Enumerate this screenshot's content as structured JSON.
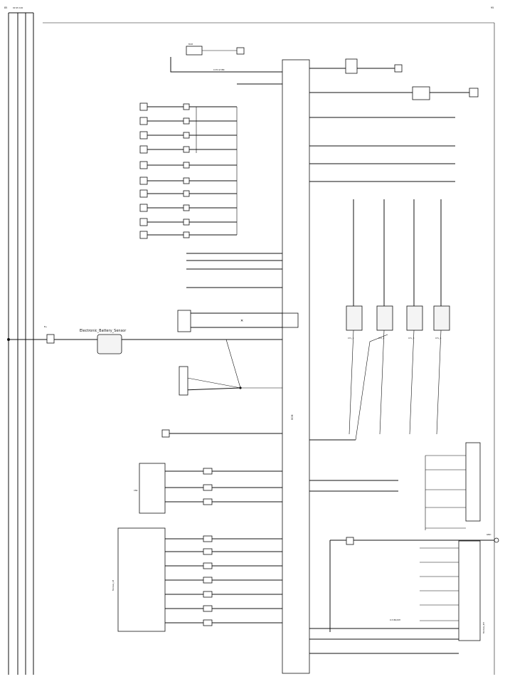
{
  "diagram": {
    "type": "wiring-schematic",
    "page_ref_left": "85",
    "page_ref_left_sub": "90 95 100",
    "page_ref_right": "95",
    "ecu_label": "ECM",
    "battery_sensor_label": "Electronic_Battery_Sensor",
    "cylinder_group_labels": [
      "CYL_1",
      "CYL_2",
      "CYL_3",
      "CYL_4"
    ],
    "connector_top_left": "M18",
    "connector_main_left": "CN1",
    "left_bus_label": "B+",
    "module_bottom_left_label": "Module_LH",
    "module_bottom_right_label": "Module_RH",
    "wire_code": "0.35 GY/BK",
    "wire_code_alt": "0.5 BR/WH",
    "ground_label": "GND"
  }
}
